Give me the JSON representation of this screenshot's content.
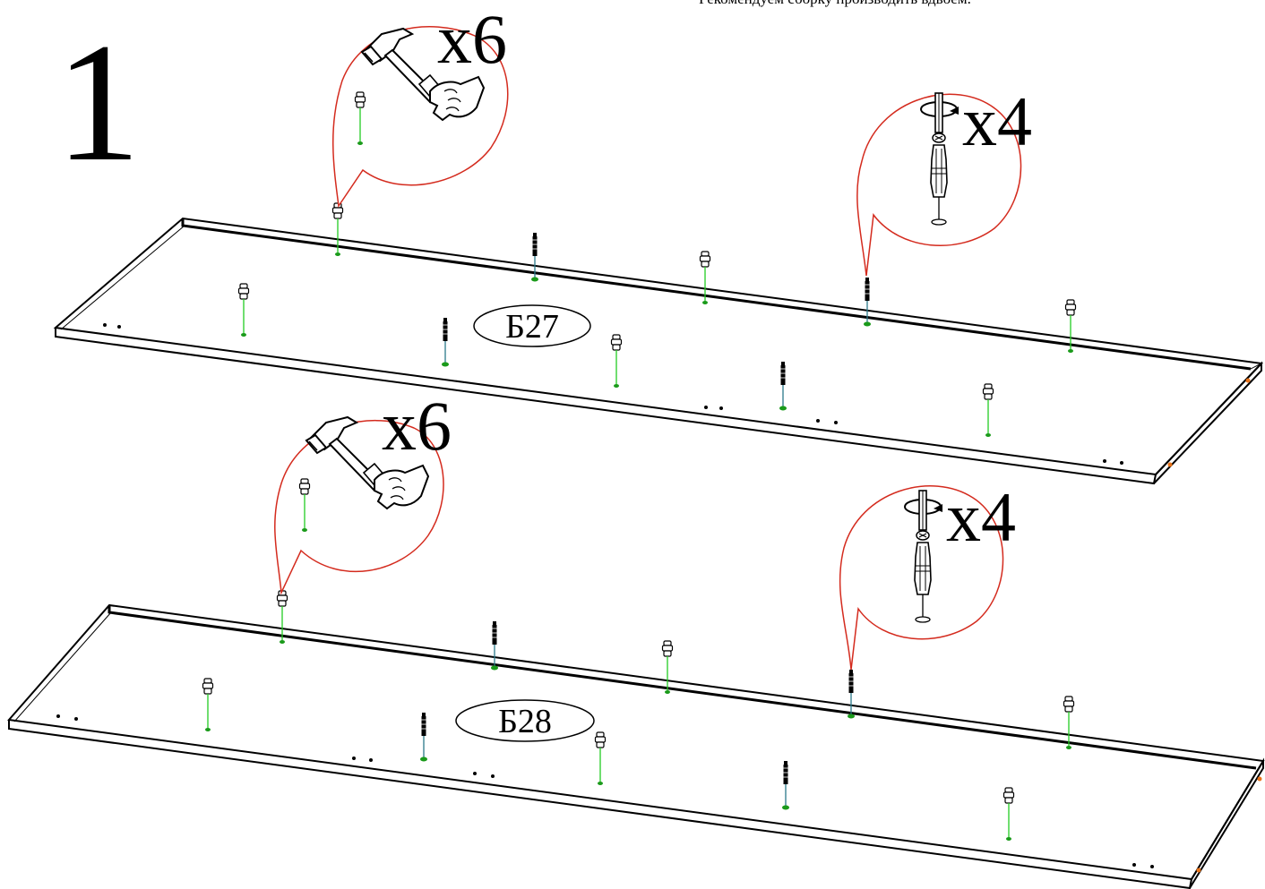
{
  "header": {
    "step_number": "1",
    "note": "Рекомендуем сборку производить вдвоем."
  },
  "panels": [
    {
      "label": "Б27",
      "hammer_qty": "x6",
      "screw_qty": "x4"
    },
    {
      "label": "Б28",
      "hammer_qty": "x6",
      "screw_qty": "x4"
    }
  ],
  "colors": {
    "line": "#000000",
    "callout": "#d42b1e",
    "guide": "#22cc22",
    "hole": "#1a9a1a",
    "accent_edge": "#e8731a"
  },
  "icons": {
    "step": "step-number",
    "hammer": "hammer-in-hand-icon",
    "screwdriver": "screwdriver-rotate-icon",
    "dowel": "dowel-icon",
    "confirmat": "confirmat-screw-icon"
  }
}
